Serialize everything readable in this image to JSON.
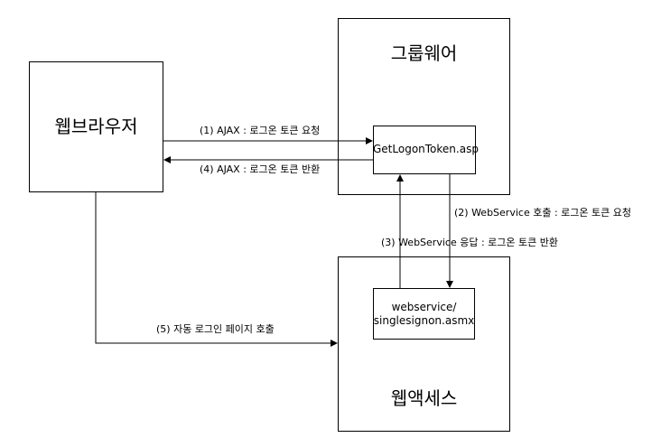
{
  "nodes": {
    "browser": {
      "label": "웹브라우저"
    },
    "groupware": {
      "label": "그룹웨어"
    },
    "webaccess": {
      "label": "웹액세스"
    },
    "token_page": {
      "label": "GetLogonToken.asp"
    },
    "sso_service": {
      "label_line1": "webservice/",
      "label_line2": "singlesignon.asmx"
    }
  },
  "edges": {
    "e1": {
      "label": "(1) AJAX : 로그온 토큰 요청"
    },
    "e2": {
      "label": "(2) WebService 호출 : 로그온 토큰 요청"
    },
    "e3": {
      "label": "(3) WebService 응답 : 로그온 토큰 반환"
    },
    "e4": {
      "label": "(4) AJAX : 로그온 토큰 반환"
    },
    "e5": {
      "label": "(5) 자동 로그인 페이지 호출"
    }
  }
}
